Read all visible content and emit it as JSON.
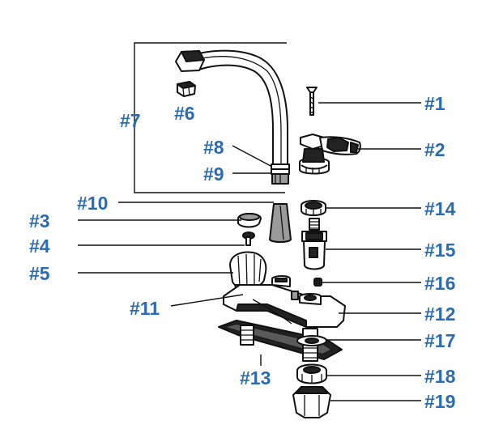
{
  "diagram": {
    "labels": {
      "p1": "#1",
      "p2": "#2",
      "p3": "#3",
      "p4": "#4",
      "p5": "#5",
      "p6": "#6",
      "p7": "#7",
      "p8": "#8",
      "p9": "#9",
      "p10": "#10",
      "p11": "#11",
      "p12": "#12",
      "p13": "#13",
      "p14": "#14",
      "p15": "#15",
      "p16": "#16",
      "p17": "#17",
      "p18": "#18",
      "p19": "#19"
    },
    "colors": {
      "label": "#2b6cb0",
      "line": "#111111"
    }
  }
}
